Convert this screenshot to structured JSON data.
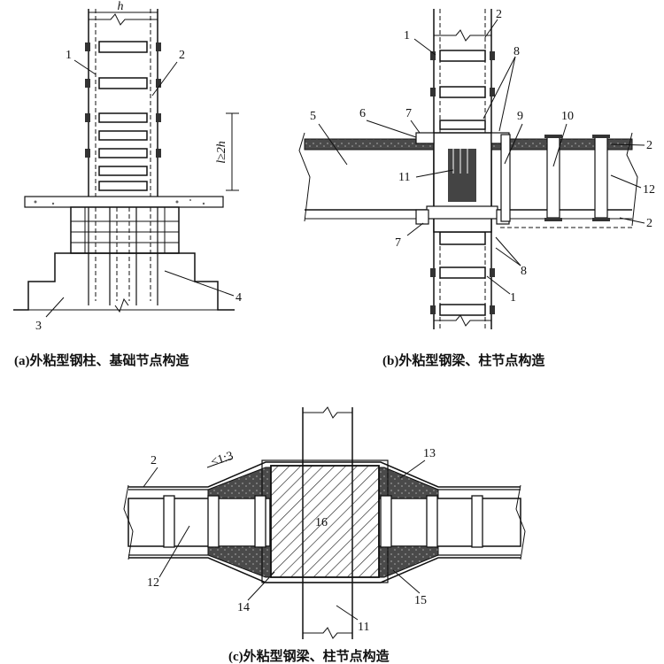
{
  "panels": {
    "a": {
      "caption": "(a)外粘型钢柱、基础节点构造",
      "dim_width": "h",
      "dim_length": "l≥2h",
      "labels": [
        "1",
        "2",
        "3",
        "4"
      ]
    },
    "b": {
      "caption": "(b)外粘型钢梁、柱节点构造",
      "labels": [
        "1",
        "2",
        "8",
        "5",
        "6",
        "7",
        "9",
        "10",
        "2",
        "11",
        "12",
        "7",
        "2",
        "8",
        "1"
      ]
    },
    "c": {
      "caption": "(c)外粘型钢梁、柱节点构造",
      "slope": "≤1:3",
      "labels": [
        "2",
        "13",
        "16",
        "12",
        "14",
        "15",
        "11"
      ]
    }
  },
  "colors": {
    "ink": "#111111",
    "concrete": "#555555",
    "paper": "#ffffff"
  }
}
